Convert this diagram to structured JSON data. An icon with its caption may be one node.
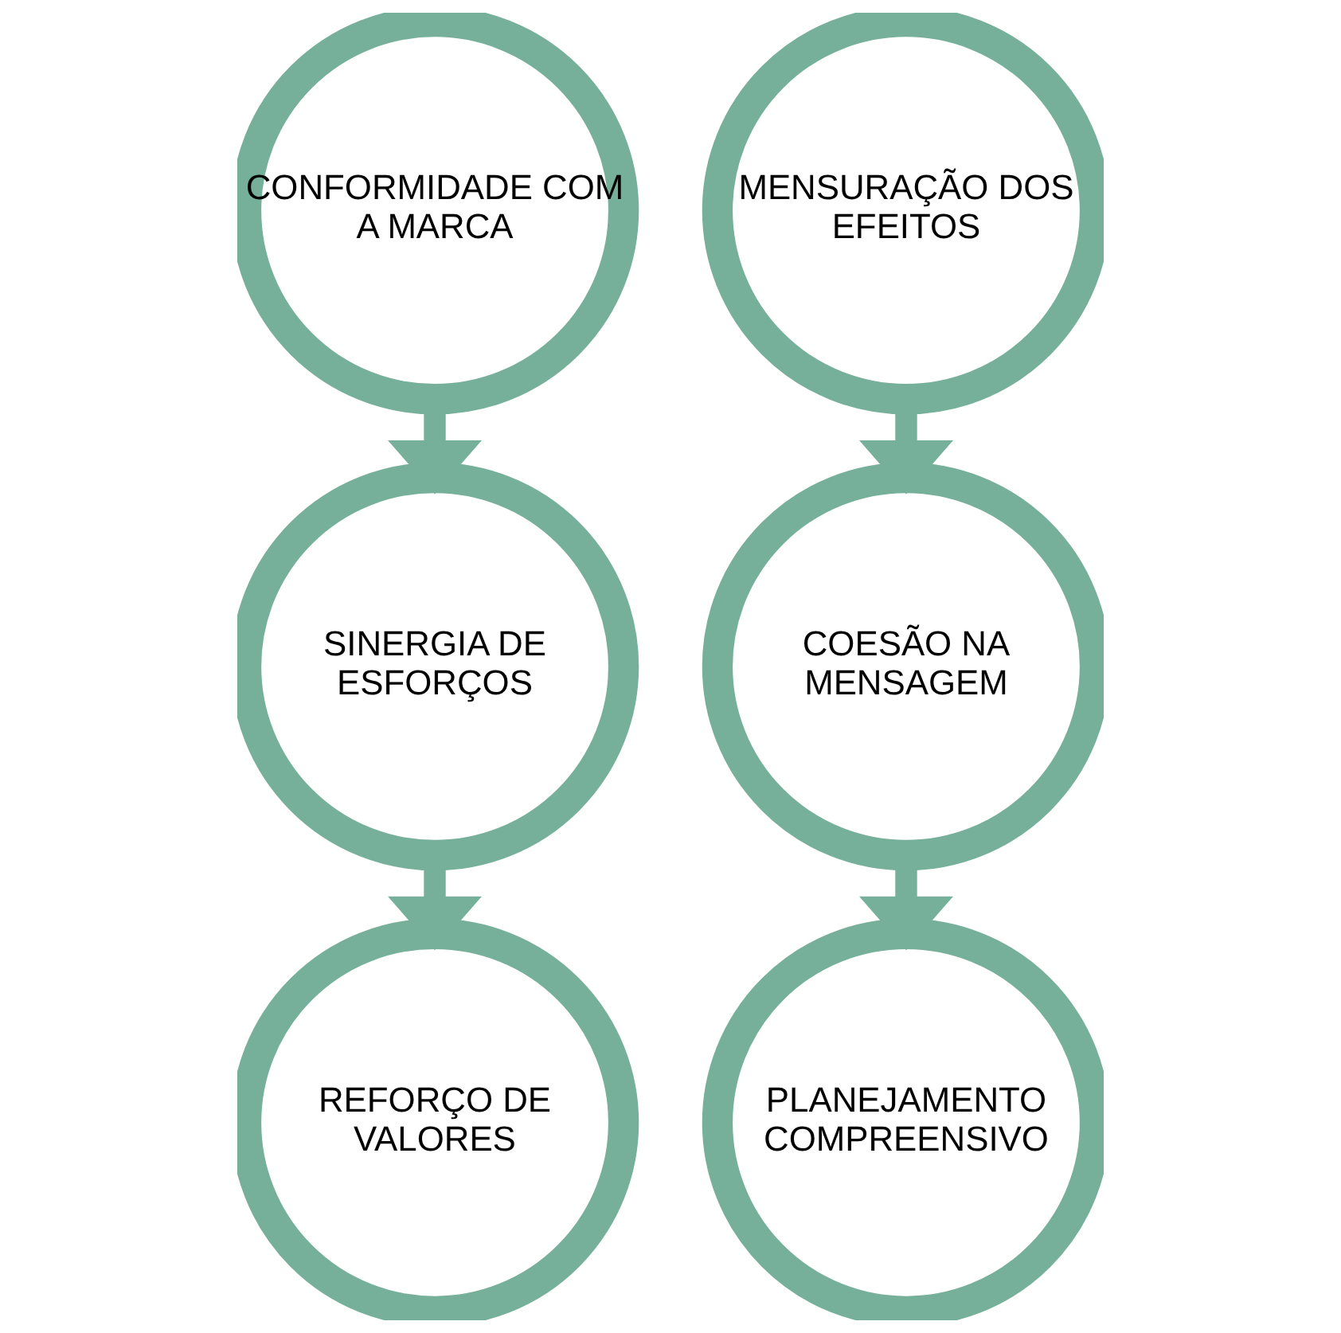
{
  "diagram": {
    "nodes": [
      {
        "text": [
          "CONFORMIDADE COM A MARCA"
        ]
      },
      {
        "text": [
          "MENSURAÇÃO DOS EFEITOS"
        ]
      },
      {
        "text": [
          "SINERGIA DE ESFORÇOS"
        ]
      },
      {
        "text": [
          "COESÃO NA MENSAGEM"
        ]
      },
      {
        "text": [
          "REFORÇO DE VALORES"
        ]
      },
      {
        "text": [
          "PLANEJAMENTO COMPREENSIVO"
        ]
      }
    ],
    "edges": [
      {
        "from": 0,
        "to": 2,
        "arrow": "to"
      },
      {
        "from": 2,
        "to": 4,
        "arrow": "to"
      },
      {
        "from": 1,
        "to": 3,
        "arrow": "to"
      },
      {
        "from": 3,
        "to": 5,
        "arrow": "to"
      }
    ]
  }
}
